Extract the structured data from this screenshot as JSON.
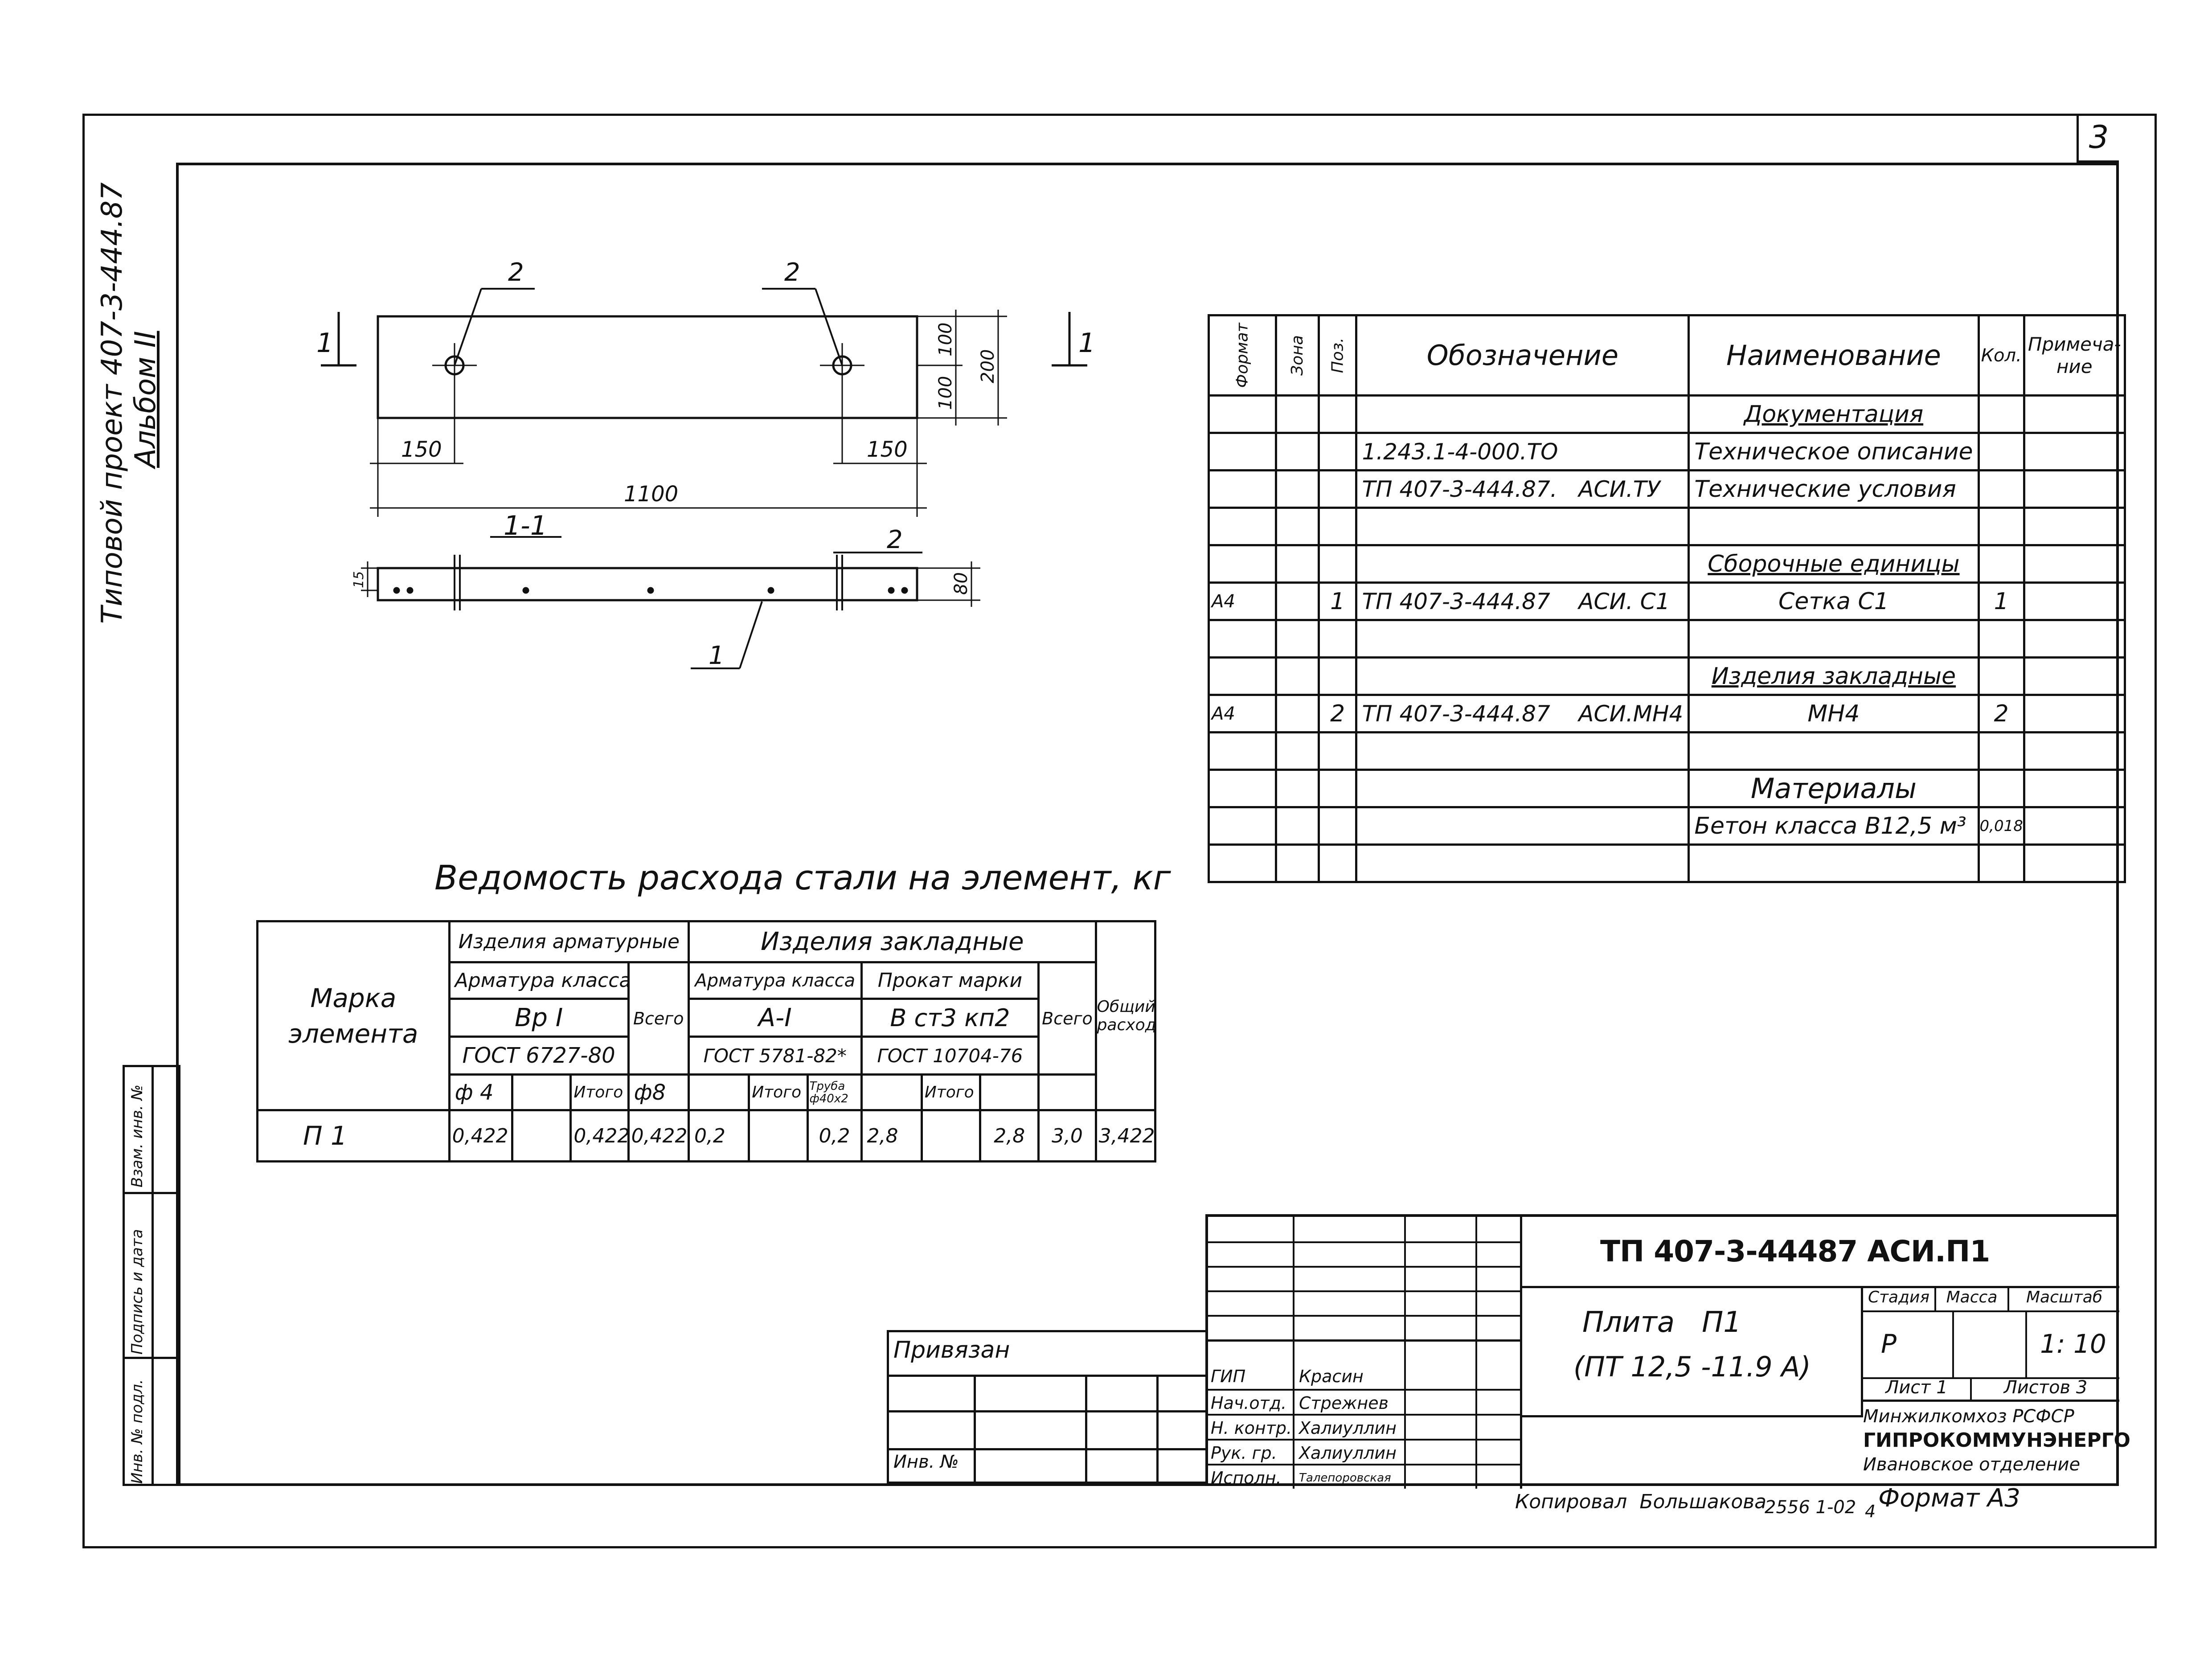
{
  "side_title": "Типовой проект 407-3-444.87",
  "side_album": "Альбом II",
  "sheet_number": "3",
  "drawing": {
    "plan": {
      "callout_left": "2",
      "callout_right": "2",
      "dim_left_150": "150",
      "dim_right_150": "150",
      "dim_1100": "1100",
      "dim_100_top": "100",
      "dim_100_bottom": "100",
      "dim_200": "200",
      "section_mark_left": "1",
      "section_mark_right": "1"
    },
    "section": {
      "title": "1-1",
      "callout_2": "2",
      "callout_1": "1",
      "dim_80": "80",
      "dim_15": "15"
    }
  },
  "spec_table": {
    "headers": {
      "format": "Формат",
      "zone": "Зона",
      "pos": "Поз.",
      "designation": "Обозначение",
      "name": "Наименование",
      "qty": "Кол.",
      "note": "Примеча-ние"
    },
    "rows": [
      {
        "format": "",
        "pos": "",
        "designation": "",
        "name": "Документация",
        "qty": "",
        "section": true
      },
      {
        "format": "",
        "pos": "",
        "designation": "1.243.1-4-000.ТО",
        "name": "Техническое описание",
        "qty": ""
      },
      {
        "format": "",
        "pos": "",
        "designation": "ТП 407-3-444.87.   АСИ.ТУ",
        "name": "Технические условия",
        "qty": ""
      },
      {
        "format": "",
        "pos": "",
        "designation": "",
        "name": "",
        "qty": ""
      },
      {
        "format": "",
        "pos": "",
        "designation": "",
        "name": "Сборочные единицы",
        "qty": "",
        "section": true
      },
      {
        "format": "А4",
        "pos": "1",
        "designation": "ТП 407-3-444.87    АСИ. С1",
        "name": "Сетка   С1",
        "qty": "1"
      },
      {
        "format": "",
        "pos": "",
        "designation": "",
        "name": "",
        "qty": ""
      },
      {
        "format": "",
        "pos": "",
        "designation": "",
        "name": "Изделия закладные",
        "qty": "",
        "section": true
      },
      {
        "format": "А4",
        "pos": "2",
        "designation": "ТП 407-3-444.87    АСИ.МН4",
        "name": "МН4",
        "qty": "2"
      },
      {
        "format": "",
        "pos": "",
        "designation": "",
        "name": "",
        "qty": ""
      },
      {
        "format": "",
        "pos": "",
        "designation": "",
        "name": "Материалы",
        "qty": ""
      },
      {
        "format": "",
        "pos": "",
        "designation": "",
        "name": "Бетон  класса  В12,5 м³",
        "qty": "0,018"
      },
      {
        "format": "",
        "pos": "",
        "designation": "",
        "name": "",
        "qty": ""
      }
    ]
  },
  "steel_table": {
    "title": "Ведомость расхода стали на элемент, кг",
    "mark_header": "Марка элемента",
    "group1": "Изделия арматурные",
    "group2": "Изделия закладные",
    "arm_class": "Арматура класса",
    "arm_class2": "Арматура класса",
    "prokat": "Прокат марки",
    "bp1": "Вр I",
    "a1": "А-I",
    "vst3": "В ст3 кп2",
    "gost1": "ГОСТ 6727-80",
    "gost2": "ГОСТ 5781-82*",
    "gost3": "ГОСТ 10704-76",
    "total1": "Всего",
    "total2": "Всего",
    "total_all": "Общий расход",
    "phi4": "ф 4",
    "phi8": "ф8",
    "tube": "Труба ф40х2",
    "itogo1": "Итого",
    "itogo2": "Итого",
    "itogo3": "Итого",
    "row": {
      "mark": "П 1",
      "phi4": "0,422",
      "blank1": "",
      "itogo1": "0,422",
      "total1": "0,422",
      "phi8": "0,2",
      "blank2": "",
      "itogo2": "0,2",
      "tube": "2,8",
      "blank3": "",
      "itogo3": "2,8",
      "total2": "3,0",
      "total_all": "3,422"
    }
  },
  "left_stamp": {
    "c1": "Взам. инв. №",
    "c2": "Подпись и дата",
    "c3": "Инв. № подл."
  },
  "privyazan": {
    "title": "Привязан",
    "inv": "Инв. №"
  },
  "title_block": {
    "code": "ТП 407-3-44487   АСИ.П1",
    "roles": [
      {
        "role": "ГИП",
        "name": "Красин"
      },
      {
        "role": "Нач.отд.",
        "name": "Стрежнев"
      },
      {
        "role": "Н. контр.",
        "name": "Халиуллин"
      },
      {
        "role": "Рук. гр.",
        "name": "Халиуллин"
      },
      {
        "role": "Исполн.",
        "name": "Талепоровская"
      }
    ],
    "name_line1": "Плита   П1",
    "name_line2": "(ПТ 12,5 -11.9 А)",
    "stage_h": "Стадия",
    "mass_h": "Масса",
    "scale_h": "Масштаб",
    "stage": "Р",
    "mass": "",
    "scale": "1: 10",
    "sheet": "Лист 1",
    "sheets": "Листов 3",
    "org1": "Минжилкомхоз РСФСР",
    "org2": "ГИПРОКОММУНЭНЕРГО",
    "org3": "Ивановское отделение"
  },
  "footer": {
    "copied": "Копировал  Большакова",
    "order": "2556 1-02",
    "page": "4",
    "format": "Формат А3"
  }
}
